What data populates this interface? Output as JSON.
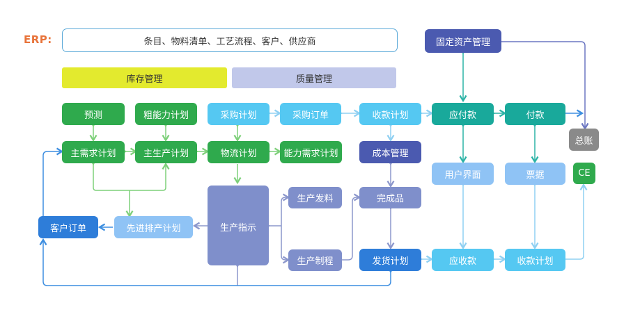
{
  "erp": {
    "label": "ERP:",
    "scope": "条目、物料清单、工艺流程、客户、供应商"
  },
  "modules": {
    "inventory": "库存管理",
    "quality": "质量管理"
  },
  "nodes": {
    "forecast": "预测",
    "rough_capacity": "粗能力计划",
    "purchase_plan": "采购计划",
    "purchase_order": "采购订单",
    "collection_plan_top": "收款计划",
    "payable": "应付款",
    "payment": "付款",
    "fixed_assets": "固定资产管理",
    "general_ledger": "总账",
    "mps": "主需求计划",
    "master_production": "主生产计划",
    "logistics_plan": "物流计划",
    "capacity_req": "能力需求计划",
    "cost_mgmt": "成本管理",
    "user_interface": "用户界面",
    "invoice": "票据",
    "ce": "CE",
    "production_directive": "生产指示",
    "material_issue": "生产发料",
    "finished_goods": "完成品",
    "customer_order": "客户订单",
    "aps": "先进排产计划",
    "process_route": "生产制程",
    "shipping_plan": "发货计划",
    "receivable": "应收款",
    "collection_plan_bottom": "收款计划"
  },
  "colors": {
    "green": "#2faa4d",
    "green_line": "#7ed07a",
    "light_blue": "#55c8f2",
    "blue": "#2e7dd9",
    "teal": "#19a99b",
    "periwinkle": "#7f8fcb",
    "indigo": "#4b5ab0",
    "pale_blue": "#8fc3f5",
    "gray": "#8a8a8a",
    "yellow": "#e3ea2e",
    "lavender": "#c1c8ea",
    "erp_orange": "#e8743b"
  }
}
